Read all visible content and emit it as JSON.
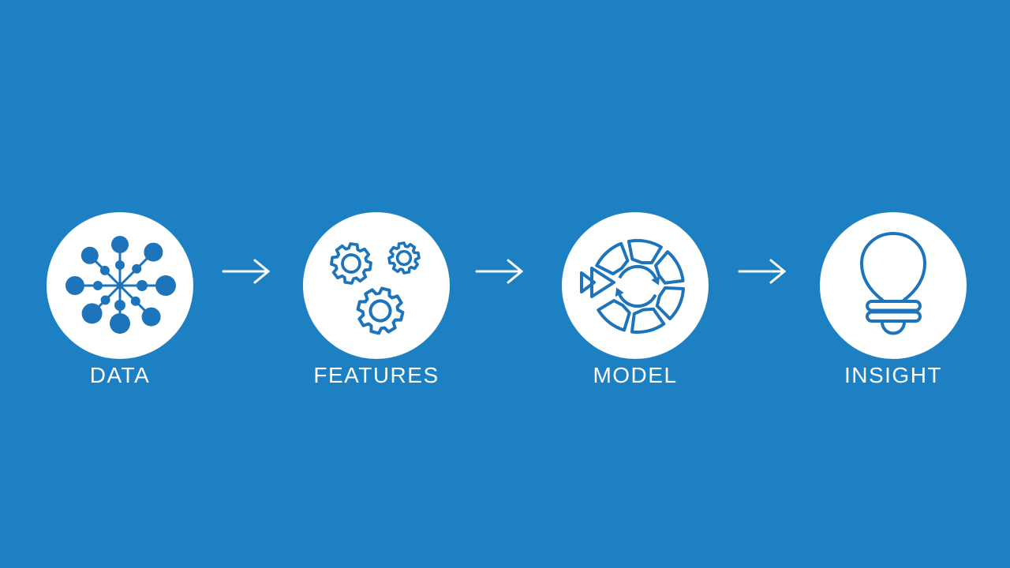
{
  "slide": {
    "background_color": "#1d80c3",
    "accent_color": "#1d74ba",
    "text_color": "#ffffff",
    "circle_color": "#ffffff",
    "steps": [
      {
        "label": "DATA",
        "icon": "data-network-icon"
      },
      {
        "label": "FEATURES",
        "icon": "gears-icon"
      },
      {
        "label": "MODEL",
        "icon": "model-iteration-icon"
      },
      {
        "label": "INSIGHT",
        "icon": "lightbulb-icon"
      }
    ]
  }
}
